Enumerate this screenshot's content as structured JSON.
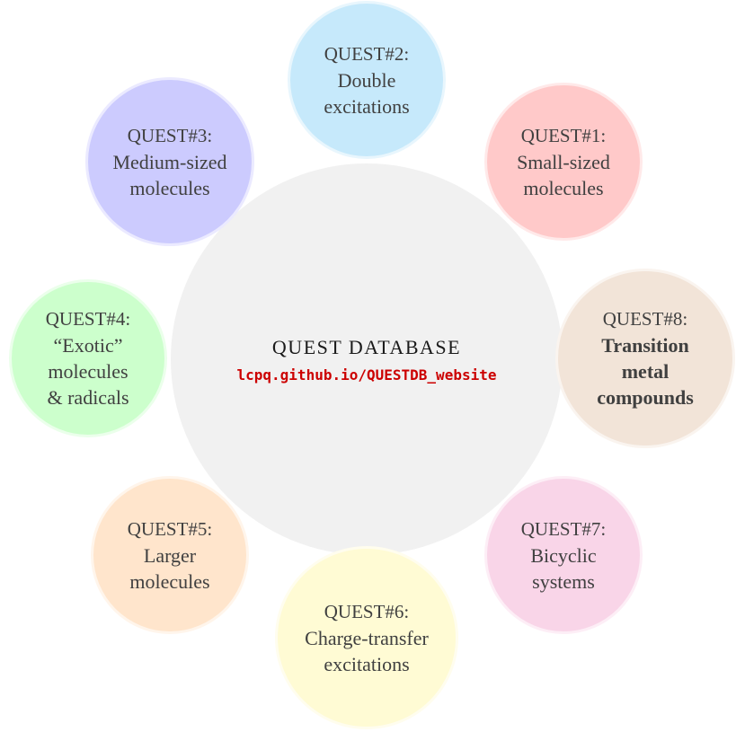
{
  "center": {
    "title": "QUEST DATABASE",
    "url": "lcpq.github.io/QUESTDB_website",
    "color": "#f1f1f1",
    "url_color": "#cc0000"
  },
  "satellites": [
    {
      "id": "q2",
      "label": "QUEST#2:",
      "lines": [
        "Double",
        "excitations"
      ],
      "color": "#c6e9fb"
    },
    {
      "id": "q1",
      "label": "QUEST#1:",
      "lines": [
        "Small-sized",
        "molecules"
      ],
      "color": "#ffc9c9"
    },
    {
      "id": "q8",
      "label": "QUEST#8:",
      "lines": [
        "Transition",
        "metal",
        "compounds"
      ],
      "color": "#f2e4d8",
      "bold": true
    },
    {
      "id": "q7",
      "label": "QUEST#7:",
      "lines": [
        "Bicyclic",
        "systems"
      ],
      "color": "#f9d5e8"
    },
    {
      "id": "q6",
      "label": "QUEST#6:",
      "lines": [
        "Charge-transfer",
        "excitations"
      ],
      "color": "#fffbd4"
    },
    {
      "id": "q5",
      "label": "QUEST#5:",
      "lines": [
        "Larger",
        "molecules"
      ],
      "color": "#ffe5cc"
    },
    {
      "id": "q4",
      "label": "QUEST#4:",
      "lines": [
        "“Exotic”",
        "molecules",
        "& radicals"
      ],
      "color": "#ccffcc"
    },
    {
      "id": "q3",
      "label": "QUEST#3:",
      "lines": [
        "Medium-sized",
        "molecules"
      ],
      "color": "#cccbfe"
    }
  ]
}
